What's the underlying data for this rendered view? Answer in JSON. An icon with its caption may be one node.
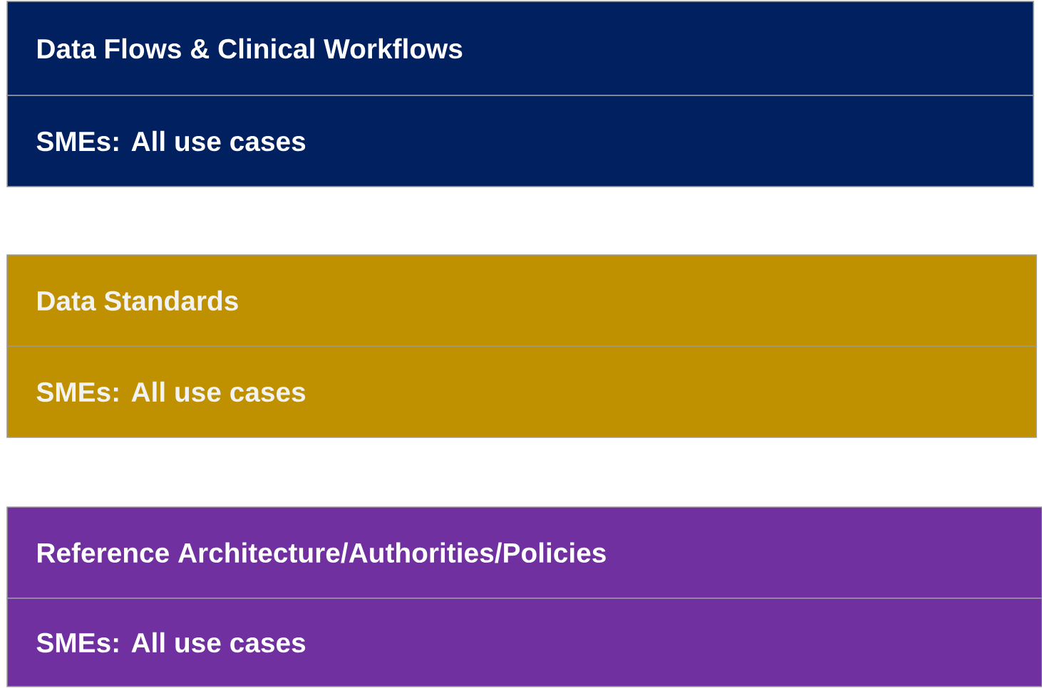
{
  "diagram": {
    "nodes": [
      {
        "text": [
          "Data Flows & Clinical Workflows"
        ]
      },
      {
        "text": [
          "SMEs: All use cases"
        ]
      },
      {
        "text": [
          "Data Standards"
        ]
      },
      {
        "text": [
          "SMEs: All use cases"
        ]
      },
      {
        "text": [
          "Reference Architecture/Authorities/Policies"
        ]
      },
      {
        "text": [
          "SMEs: All use cases"
        ]
      }
    ]
  }
}
